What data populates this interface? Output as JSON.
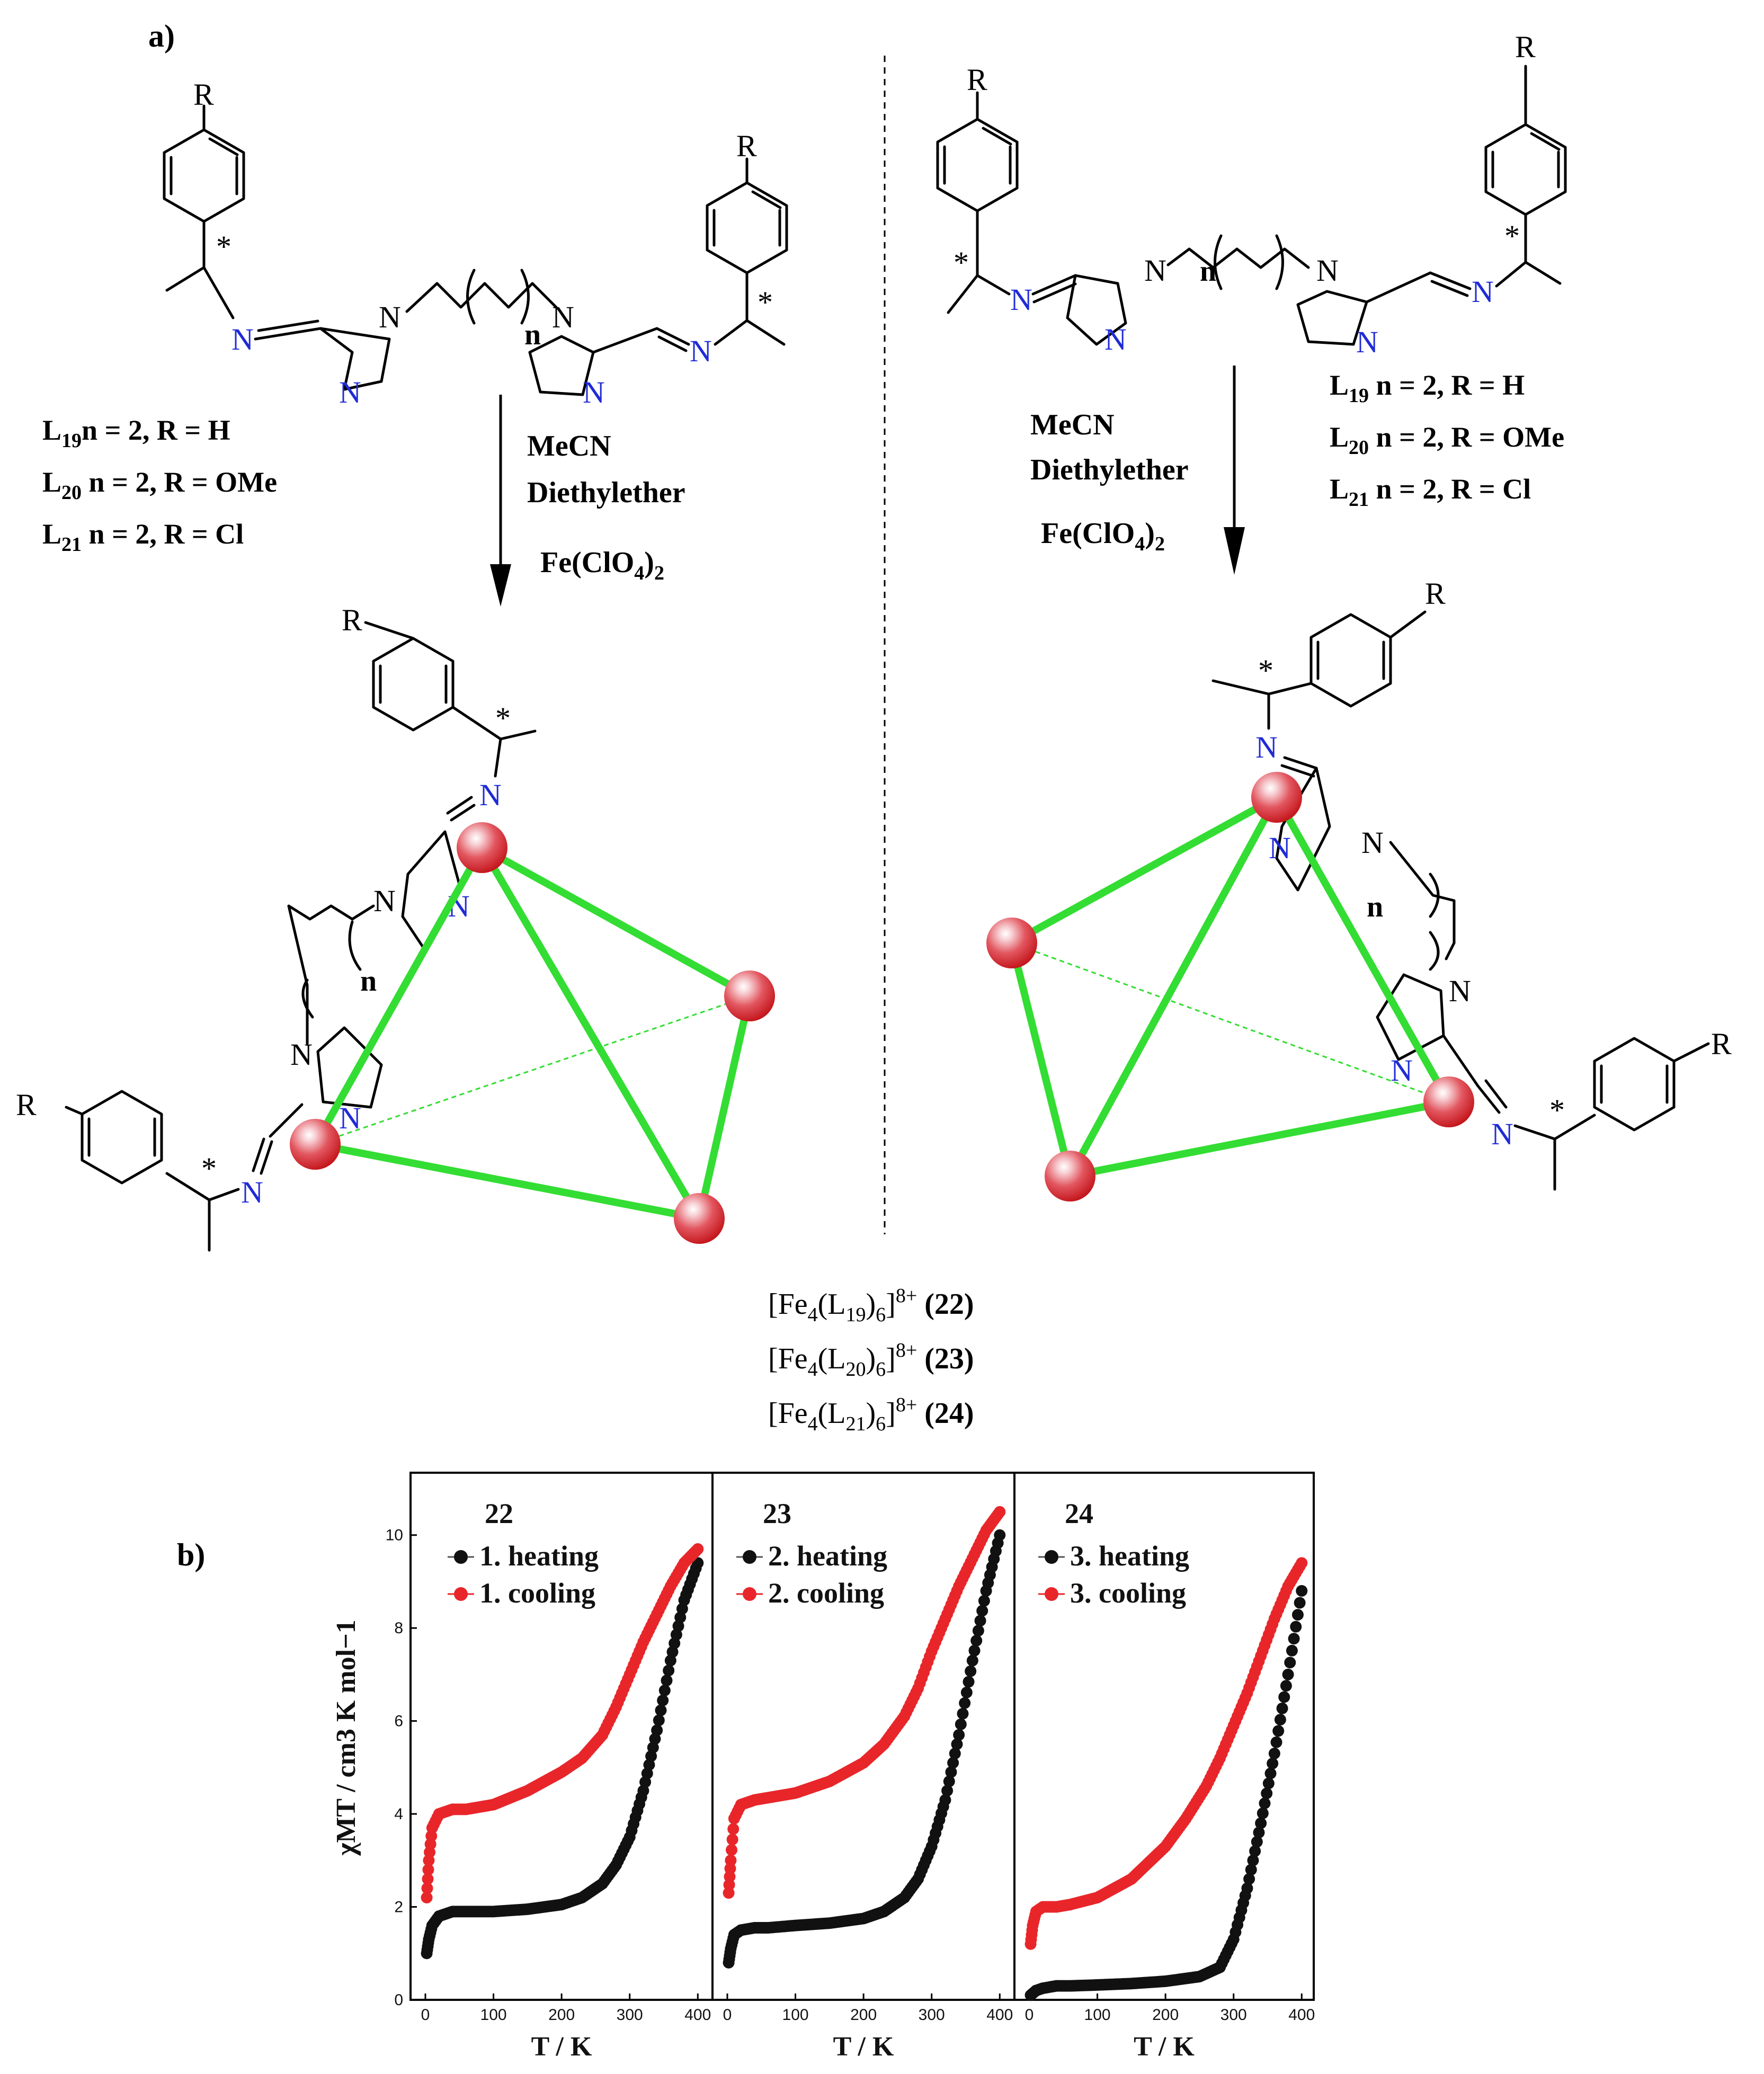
{
  "panel_labels": {
    "a": "a)",
    "b": "b)"
  },
  "scheme": {
    "left": {
      "ligands": [
        {
          "main": "L",
          "sub": "19",
          "rest": "n = 2, R = H"
        },
        {
          "main": "L",
          "sub": "20",
          "rest": " n = 2, R = OMe"
        },
        {
          "main": "L",
          "sub": "21",
          "rest": " n = 2, R = Cl"
        }
      ],
      "conditions": [
        "MeCN",
        "Diethylether"
      ],
      "salt": {
        "main": "Fe(ClO",
        "sub": "4",
        "end": ")",
        "sub2": "2"
      }
    },
    "right": {
      "ligands": [
        {
          "main": "L",
          "sub": "19",
          "rest": " n  =  2,  R  =  H"
        },
        {
          "main": "L",
          "sub": "20",
          "rest": " n = 2, R = OMe"
        },
        {
          "main": "L",
          "sub": "21",
          "rest": " n = 2, R = Cl"
        }
      ],
      "conditions": [
        "MeCN",
        "Diethylether"
      ],
      "salt": {
        "main": "Fe(ClO",
        "sub": "4",
        "end": ")",
        "sub2": "2"
      }
    },
    "atom_labels": {
      "R": "R",
      "N": "N",
      "star": "*",
      "n": "n"
    },
    "products": [
      {
        "formula": "[Fe4(L19)6]8+",
        "ligand_sub": "19",
        "id": "(22)"
      },
      {
        "formula": "[Fe4(L20)6]8+",
        "ligand_sub": "20",
        "id": "(23)"
      },
      {
        "formula": "[Fe4(L21)6]8+",
        "ligand_sub": "21",
        "id": "(24)"
      }
    ]
  },
  "chart_data": {
    "type": "scatter",
    "ylabel": "χMT / cm3 K mol−1",
    "xlabel": "T / K",
    "xlim": [
      0,
      420
    ],
    "ylim": [
      0,
      11
    ],
    "xticks": [
      0,
      100,
      200,
      300,
      400
    ],
    "yticks": [
      0,
      2,
      4,
      6,
      8,
      10
    ],
    "colors": {
      "heating": "#111111",
      "cooling": "#e8262a"
    },
    "panels": [
      {
        "title": "22",
        "legend": [
          "1. heating",
          "1. cooling"
        ],
        "series": [
          {
            "name": "1. heating",
            "x": [
              2,
              5,
              10,
              20,
              40,
              60,
              100,
              150,
              200,
              230,
              260,
              280,
              300,
              320,
              340,
              360,
              380,
              400
            ],
            "y": [
              1.0,
              1.3,
              1.6,
              1.8,
              1.9,
              1.9,
              1.9,
              1.95,
              2.05,
              2.2,
              2.5,
              2.9,
              3.5,
              4.5,
              5.8,
              7.3,
              8.6,
              9.4
            ]
          },
          {
            "name": "1. cooling",
            "x": [
              2,
              5,
              10,
              20,
              40,
              60,
              100,
              150,
              200,
              230,
              260,
              280,
              300,
              320,
              340,
              360,
              380,
              400
            ],
            "y": [
              2.2,
              3.0,
              3.7,
              4.0,
              4.1,
              4.1,
              4.2,
              4.5,
              4.9,
              5.2,
              5.7,
              6.3,
              7.0,
              7.7,
              8.3,
              8.9,
              9.4,
              9.7
            ]
          }
        ]
      },
      {
        "title": "23",
        "legend": [
          "2. heating",
          "2. cooling"
        ],
        "series": [
          {
            "name": "2. heating",
            "x": [
              2,
              5,
              10,
              20,
              40,
              60,
              100,
              150,
              200,
              230,
              260,
              280,
              300,
              320,
              340,
              360,
              380,
              400
            ],
            "y": [
              0.8,
              1.1,
              1.4,
              1.5,
              1.55,
              1.55,
              1.6,
              1.65,
              1.75,
              1.9,
              2.2,
              2.6,
              3.3,
              4.3,
              5.7,
              7.3,
              8.8,
              10.0
            ]
          },
          {
            "name": "2. cooling",
            "x": [
              2,
              5,
              10,
              20,
              40,
              60,
              100,
              150,
              200,
              230,
              260,
              280,
              300,
              320,
              340,
              360,
              380,
              400
            ],
            "y": [
              2.3,
              3.0,
              3.9,
              4.2,
              4.3,
              4.35,
              4.45,
              4.7,
              5.1,
              5.5,
              6.1,
              6.7,
              7.5,
              8.2,
              8.9,
              9.5,
              10.1,
              10.5
            ]
          }
        ]
      },
      {
        "title": "24",
        "legend": [
          "3. heating",
          "3. cooling"
        ],
        "series": [
          {
            "name": "3. heating",
            "x": [
              2,
              10,
              20,
              40,
              60,
              100,
              150,
              200,
              250,
              280,
              300,
              320,
              340,
              360,
              380,
              400
            ],
            "y": [
              0.1,
              0.2,
              0.25,
              0.3,
              0.3,
              0.32,
              0.35,
              0.4,
              0.5,
              0.7,
              1.3,
              2.4,
              3.8,
              5.3,
              7.0,
              8.8
            ]
          },
          {
            "name": "3. cooling",
            "x": [
              2,
              5,
              10,
              20,
              40,
              60,
              100,
              150,
              200,
              230,
              260,
              280,
              300,
              320,
              340,
              360,
              380,
              400
            ],
            "y": [
              1.2,
              1.6,
              1.9,
              2.0,
              2.0,
              2.05,
              2.2,
              2.6,
              3.3,
              3.9,
              4.6,
              5.2,
              5.9,
              6.6,
              7.4,
              8.2,
              8.9,
              9.4
            ]
          }
        ]
      }
    ]
  }
}
